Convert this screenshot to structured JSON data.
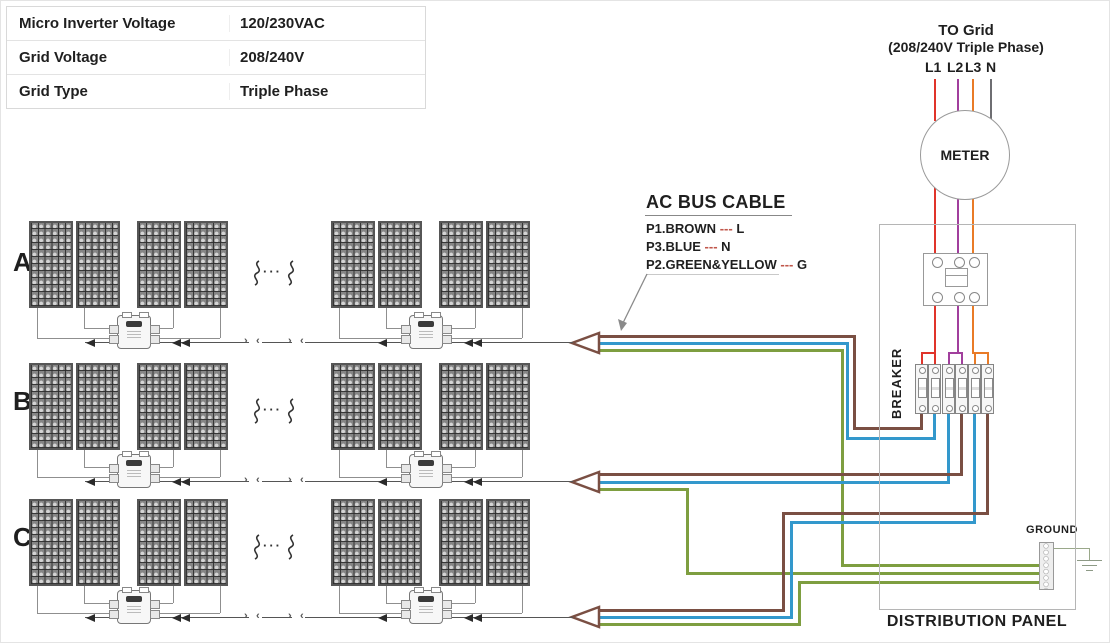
{
  "table": {
    "rows": [
      {
        "label": "Micro Inverter Voltage",
        "value": "120/230VAC"
      },
      {
        "label": "Grid Voltage",
        "value": "208/240V"
      },
      {
        "label": "Grid Type",
        "value": "Triple Phase"
      }
    ]
  },
  "grid_header": {
    "title": "TO Grid",
    "subtitle": "(208/240V Triple Phase)",
    "terminals": [
      "L1",
      "L2",
      "L3",
      "N"
    ]
  },
  "meter": {
    "label": "METER"
  },
  "breaker": {
    "label": "BREAKER"
  },
  "distribution_panel": {
    "label": "DISTRIBUTION PANEL"
  },
  "ground": {
    "label": "GROUND"
  },
  "ac_bus_cable": {
    "title": "AC BUS CABLE",
    "items": [
      {
        "name": "P1.BROWN",
        "dashes": "---",
        "terminal": "L"
      },
      {
        "name": "P3.BLUE",
        "dashes": "---",
        "terminal": "N"
      },
      {
        "name": "P2.GREEN&YELLOW",
        "dashes": "---",
        "terminal": "G"
      }
    ]
  },
  "rows": [
    {
      "label": "A"
    },
    {
      "label": "B"
    },
    {
      "label": "C"
    }
  ],
  "ellipsis": "···",
  "colors": {
    "line_l1_red": "#e0342a",
    "line_l2_purple": "#a13f9d",
    "line_l3_orange": "#e97b27",
    "neutral_gray": "#6e6e72",
    "bus_brown_L": "#7a4f43",
    "bus_blue_N": "#3398cc",
    "bus_green_G": "#7e9e40"
  }
}
